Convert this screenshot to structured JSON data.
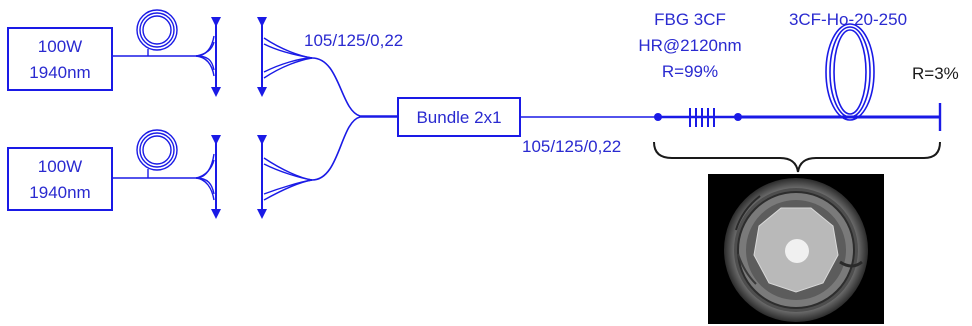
{
  "colors": {
    "line": "#1a1ae6",
    "text_blue": "#2a2ad0",
    "text_black": "#1a1a1a"
  },
  "sources": [
    {
      "power": "100W",
      "wavelength": "1940nm"
    },
    {
      "power": "100W",
      "wavelength": "1940nm"
    }
  ],
  "fiber_label_top": "105/125/0,22",
  "fiber_label_bottom": "105/125/0,22",
  "combiner_label": "Bundle 2x1",
  "fbg": {
    "line1": "FBG 3CF",
    "line2": "HR@2120nm",
    "line3": "R=99%"
  },
  "active_fiber_label": "3CF-Ho-20-250",
  "output_reflectance": "R=3%",
  "inset_image": "fiber-cross-section-micrograph"
}
